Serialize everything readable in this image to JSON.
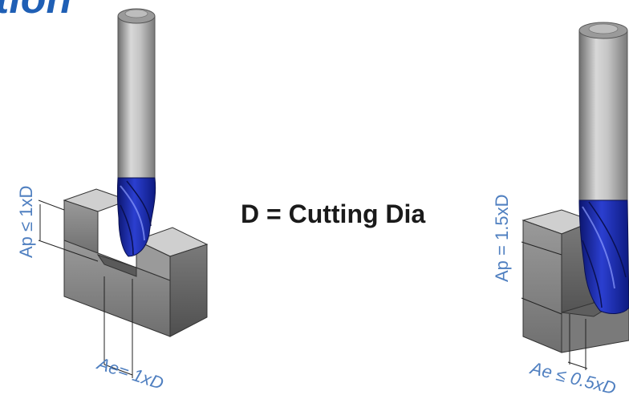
{
  "header": {
    "title_fragment": "tion"
  },
  "definition": "D = Cutting Dia",
  "left_diagram": {
    "depth_label": "Ap ≤ 1xD",
    "width_label": "Ae= 1xD"
  },
  "right_diagram": {
    "depth_label": "Ap = 1.5xD",
    "width_label": "Ae ≤ 0.5xD"
  },
  "colors": {
    "label_blue": "#4f7fc0",
    "title_blue": "#1f5fb5",
    "flute_blue": "#1a2fb0",
    "block_gray": "#8a8a8a"
  }
}
